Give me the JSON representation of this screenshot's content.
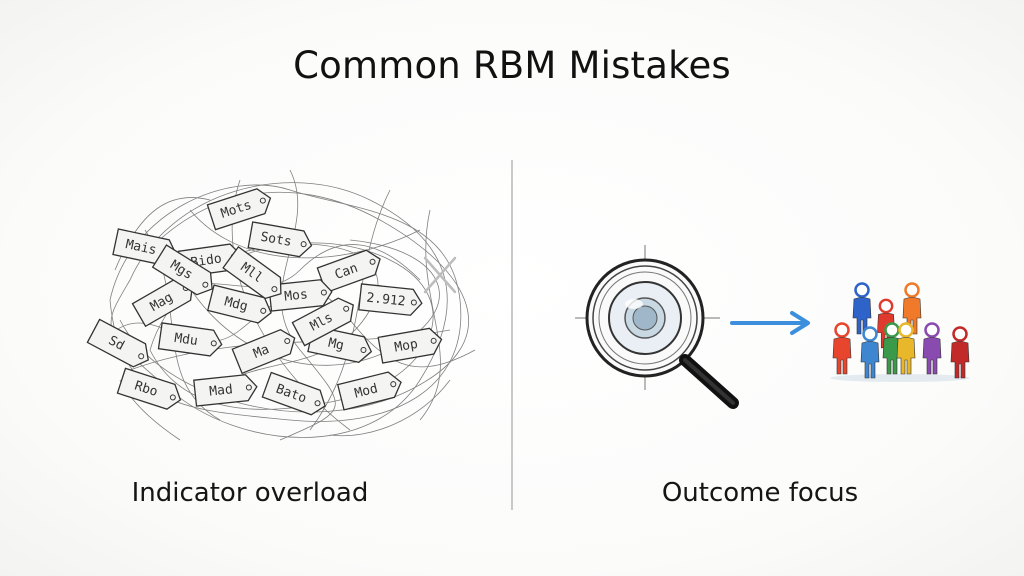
{
  "title": "Common RBM Mistakes",
  "left_panel": {
    "caption": "Indicator overload",
    "tags": [
      "Mots",
      "Mais",
      "Bido",
      "Sots",
      "Can",
      "2.912",
      "Mag",
      "Mdg",
      "Mos",
      "Sd",
      "Mdu",
      "Ma",
      "Mg",
      "Mop",
      "Rbo",
      "Mad",
      "Bato",
      "Mod",
      "Mgs",
      "Mls",
      "Mll"
    ]
  },
  "right_panel": {
    "caption": "Outcome focus",
    "people_colors": [
      "#2e63c9",
      "#f07a2a",
      "#e03a2e",
      "#e8452f",
      "#3f86d1",
      "#3a9a4a",
      "#e8b72a",
      "#8a4bb0",
      "#c22a2a"
    ]
  },
  "colors": {
    "arrow": "#3b8fdc",
    "divider": "#c9c9c9"
  }
}
